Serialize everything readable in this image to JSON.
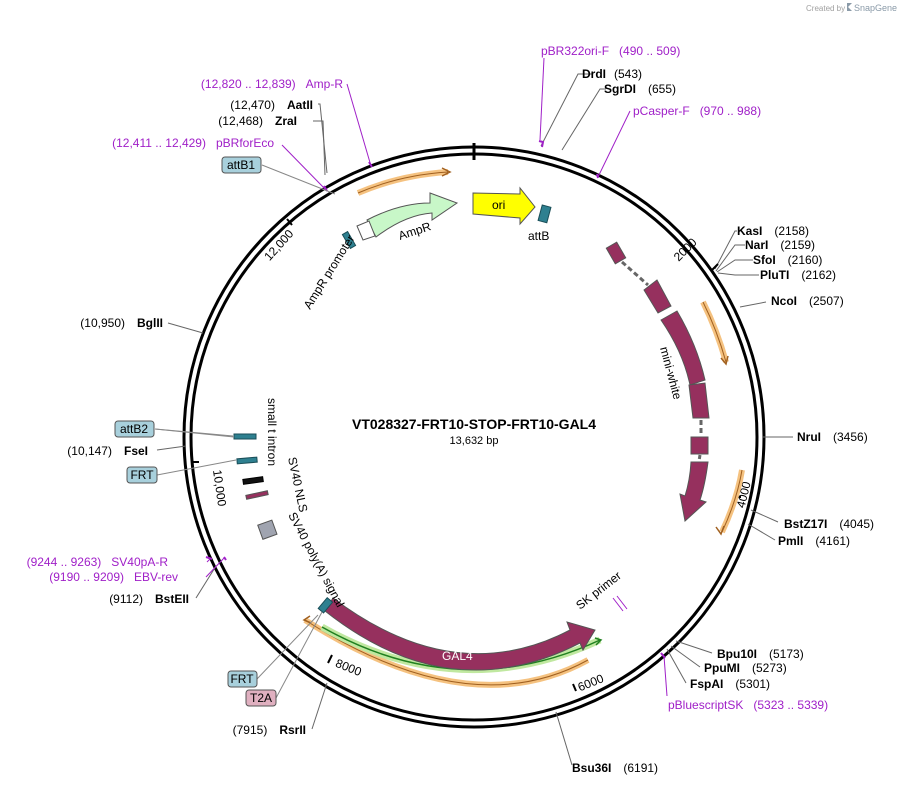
{
  "credit": {
    "prefix": "Created by",
    "brand": "SnapGene"
  },
  "map": {
    "name": "VT028327-FRT10-STOP-FRT10-GAL4",
    "length_label": "13,632 bp",
    "length_bp": 13632
  },
  "ticks": [
    {
      "bp": 2000,
      "label": "2000"
    },
    {
      "bp": 4000,
      "label": "4000"
    },
    {
      "bp": 6000,
      "label": "6000"
    },
    {
      "bp": 8000,
      "label": "8000"
    },
    {
      "bp": 10000,
      "label": "10,000"
    },
    {
      "bp": 12000,
      "label": "12,000"
    }
  ],
  "sites": [
    {
      "name": "DrdI",
      "pos": "(543)",
      "bp": 543,
      "side": "right"
    },
    {
      "name": "SgrDI",
      "pos": "(655)",
      "bp": 655,
      "side": "right"
    },
    {
      "name": "KasI",
      "pos": "(2158)",
      "bp": 2158,
      "side": "right"
    },
    {
      "name": "NarI",
      "pos": "(2159)",
      "bp": 2159,
      "side": "right"
    },
    {
      "name": "SfoI",
      "pos": "(2160)",
      "bp": 2160,
      "side": "right"
    },
    {
      "name": "PluTI",
      "pos": "(2162)",
      "bp": 2162,
      "side": "right"
    },
    {
      "name": "NcoI",
      "pos": "(2507)",
      "bp": 2507,
      "side": "right"
    },
    {
      "name": "NruI",
      "pos": "(3456)",
      "bp": 3456,
      "side": "right"
    },
    {
      "name": "BstZ17I",
      "pos": "(4045)",
      "bp": 4045,
      "side": "right"
    },
    {
      "name": "PmlI",
      "pos": "(4161)",
      "bp": 4161,
      "side": "right"
    },
    {
      "name": "Bpu10I",
      "pos": "(5173)",
      "bp": 5173,
      "side": "right"
    },
    {
      "name": "PpuMI",
      "pos": "(5273)",
      "bp": 5273,
      "side": "right"
    },
    {
      "name": "FspAI",
      "pos": "(5301)",
      "bp": 5301,
      "side": "right"
    },
    {
      "name": "Bsu36I",
      "pos": "(6191)",
      "bp": 6191,
      "side": "right"
    },
    {
      "name": "RsrII",
      "pos": "(7915)",
      "bp": 7915,
      "side": "left"
    },
    {
      "name": "BstEII",
      "pos": "(9112)",
      "bp": 9112,
      "side": "left"
    },
    {
      "name": "FseI",
      "pos": "(10,147)",
      "bp": 10147,
      "side": "left"
    },
    {
      "name": "BglII",
      "pos": "(10,950)",
      "bp": 10950,
      "side": "left"
    },
    {
      "name": "ZraI",
      "pos": "(12,468)",
      "bp": 12468,
      "side": "left"
    },
    {
      "name": "AatII",
      "pos": "(12,470)",
      "bp": 12470,
      "side": "left"
    }
  ],
  "primers": [
    {
      "name": "pBR322ori-F",
      "pos": "(490 .. 509)"
    },
    {
      "name": "pCasper-F",
      "pos": "(970 .. 988)"
    },
    {
      "name": "pBluescriptSK",
      "pos": "(5323 .. 5339)"
    },
    {
      "name": "SV40pA-R",
      "pos": "(9244 .. 9263)"
    },
    {
      "name": "EBV-rev",
      "pos": "(9190 .. 9209)"
    },
    {
      "name": "pBRforEco",
      "pos": "(12,411 .. 12,429)"
    },
    {
      "name": "Amp-R",
      "pos": "(12,820 .. 12,839)"
    }
  ],
  "boxes": [
    {
      "label": "attB1",
      "color": "#a8d0dc"
    },
    {
      "label": "attB2",
      "color": "#a8d0dc"
    },
    {
      "label": "FRT",
      "color": "#a8d0dc"
    },
    {
      "label": "FRT",
      "color": "#a8d0dc"
    },
    {
      "label": "T2A",
      "color": "#e0b0c0"
    }
  ],
  "features": [
    {
      "name": "ori",
      "color": "#ffff00"
    },
    {
      "name": "attB",
      "color": "#2e8090"
    },
    {
      "name": "AmpR",
      "color": "#c8f7c8"
    },
    {
      "name": "AmpR promoter",
      "color": "#ffffff"
    },
    {
      "name": "mini-white",
      "color": "#96305e"
    },
    {
      "name": "GAL4",
      "color": "#96305e"
    },
    {
      "name": "SK primer",
      "color": "#a020c8"
    },
    {
      "name": "small t intron",
      "color": "#2e8090"
    },
    {
      "name": "SV40 NLS",
      "color": "#96305e"
    },
    {
      "name": "SV40 poly(A) signal",
      "color": "#a0a4b0"
    }
  ]
}
